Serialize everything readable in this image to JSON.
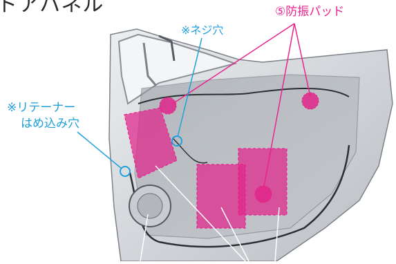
{
  "title": "ドアパネル",
  "labels": {
    "anti_vibration_pad": "⑤防振パッド",
    "screw_hole": "※ネジ穴",
    "retainer_hole_line1": "※リテーナー",
    "retainer_hole_line2": "はめ込み穴"
  },
  "colors": {
    "magenta": "#e8238c",
    "pad_fill": "#e0248a",
    "blue": "#1fa0dc",
    "door_metal": "#d7d9dc",
    "title_text": "#2a2a2a"
  },
  "icons": [
    "door-illustration",
    "screw-hole-circle-icon",
    "retainer-hole-circle-icon"
  ]
}
